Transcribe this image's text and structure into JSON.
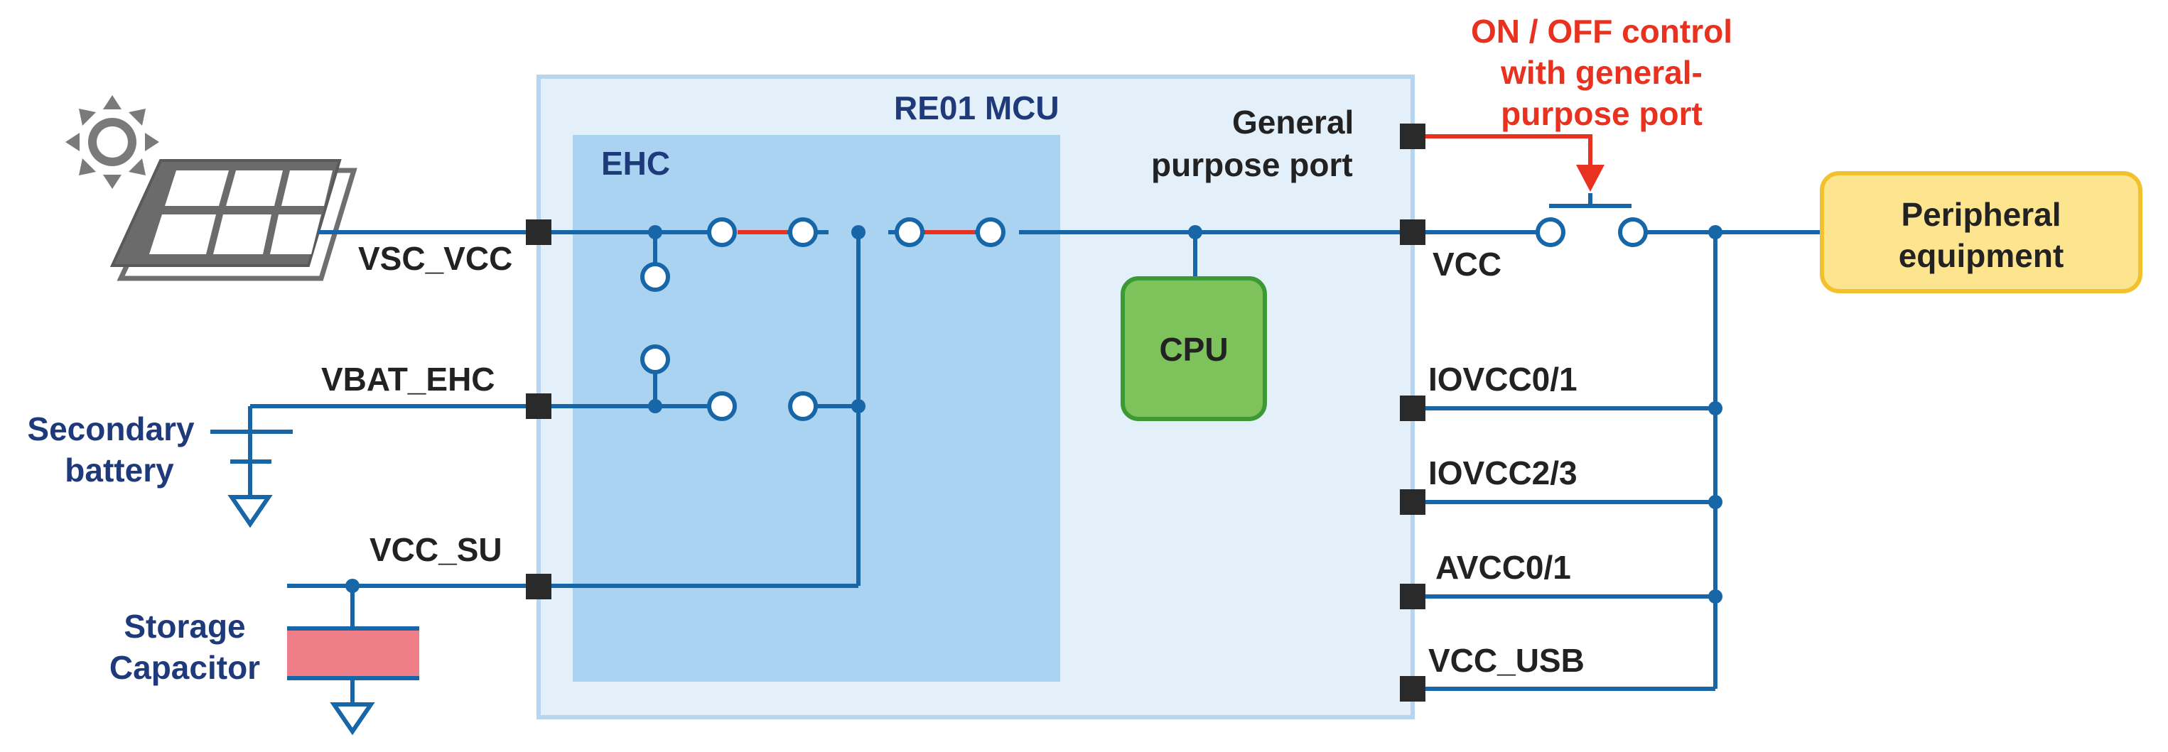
{
  "labels": {
    "mcu": "RE01 MCU",
    "ehc": "EHC",
    "cpu": "CPU",
    "general_port": [
      "General",
      "purpose port"
    ],
    "control": [
      "ON / OFF control",
      "with general-",
      "purpose port"
    ],
    "peripheral": [
      "Peripheral",
      "equipment"
    ],
    "vsc_vcc": "VSC_VCC",
    "vbat_ehc": "VBAT_EHC",
    "vcc_su": "VCC_SU",
    "vcc": "VCC",
    "iovcc01": "IOVCC0/1",
    "iovcc23": "IOVCC2/3",
    "avcc01": "AVCC0/1",
    "vcc_usb": "VCC_USB",
    "secondary_battery": [
      "Secondary",
      "battery"
    ],
    "storage_capacitor": [
      "Storage",
      "Capacitor"
    ]
  },
  "colors": {
    "wire": "#1766a8",
    "mcu_fill": "#e3eff9",
    "mcu_border": "#b7d5ee",
    "ehc_fill": "#a9d3f0",
    "cpu_fill": "#7dc25a",
    "cpu_border": "#3c9a35",
    "peripheral_fill": "#fde48f",
    "peripheral_border": "#f2c12e",
    "control": "#e8311f",
    "capacitor": "#f07e88",
    "label_navy": "#1f3a7a"
  },
  "icons": {
    "sun": "sun-icon",
    "solar_panel": "solar-panel-icon",
    "battery": "battery-symbol",
    "capacitor": "capacitor-symbol",
    "ground": "ground-symbol"
  }
}
